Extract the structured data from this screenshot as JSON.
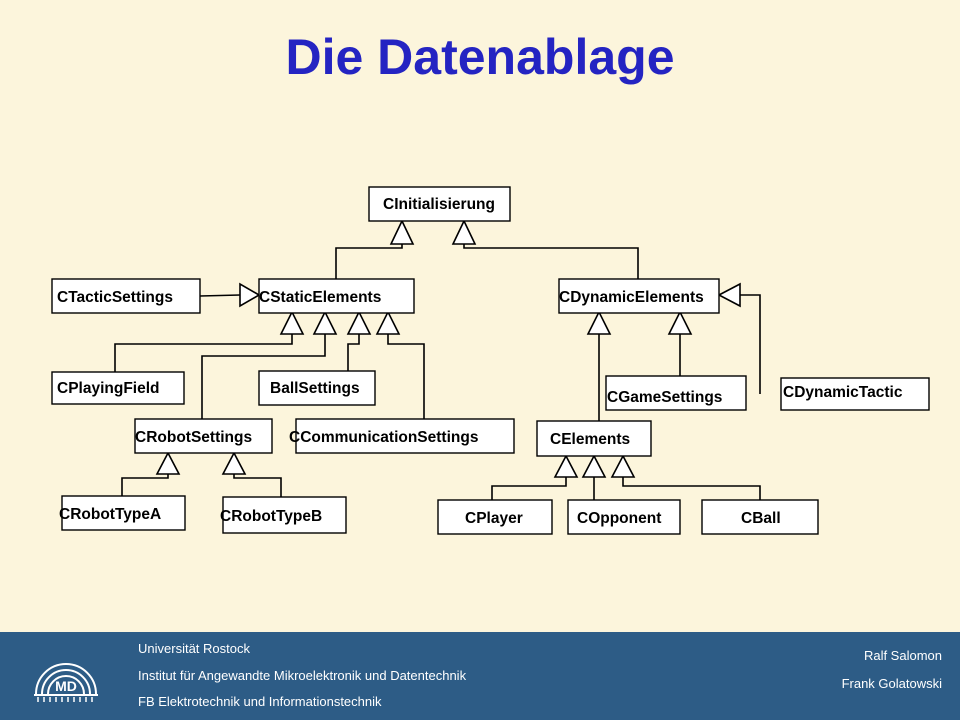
{
  "slide": {
    "title": "Die Datenablage"
  },
  "diagram": {
    "classes": {
      "init": "CInitialisierung",
      "tactic_settings": "CTacticSettings",
      "static_elements": "CStaticElements",
      "dynamic_elements": "CDynamicElements",
      "playing_field": "CPlayingField",
      "ball_settings": "BallSettings",
      "game_settings": "CGameSettings",
      "dynamic_tactic": "CDynamicTactic",
      "robot_settings": "CRobotSettings",
      "communication_settings": "CCommunicationSettings",
      "elements": "CElements",
      "robot_type_a": "CRobotTypeA",
      "robot_type_b": "CRobotTypeB",
      "player": "CPlayer",
      "opponent": "COpponent",
      "ball": "CBall"
    }
  },
  "footer": {
    "institution": "Universität Rostock",
    "institute": "Institut für Angewandte Mikroelektronik und Datentechnik",
    "faculty": "FB Elektrotechnik und Informationstechnik",
    "author1": "Ralf Salomon",
    "author2": "Frank Golatowski",
    "logo_text": "MD"
  },
  "colors": {
    "background": "#fcf5dc",
    "title": "#2424c2",
    "footer": "#2d5c86"
  }
}
